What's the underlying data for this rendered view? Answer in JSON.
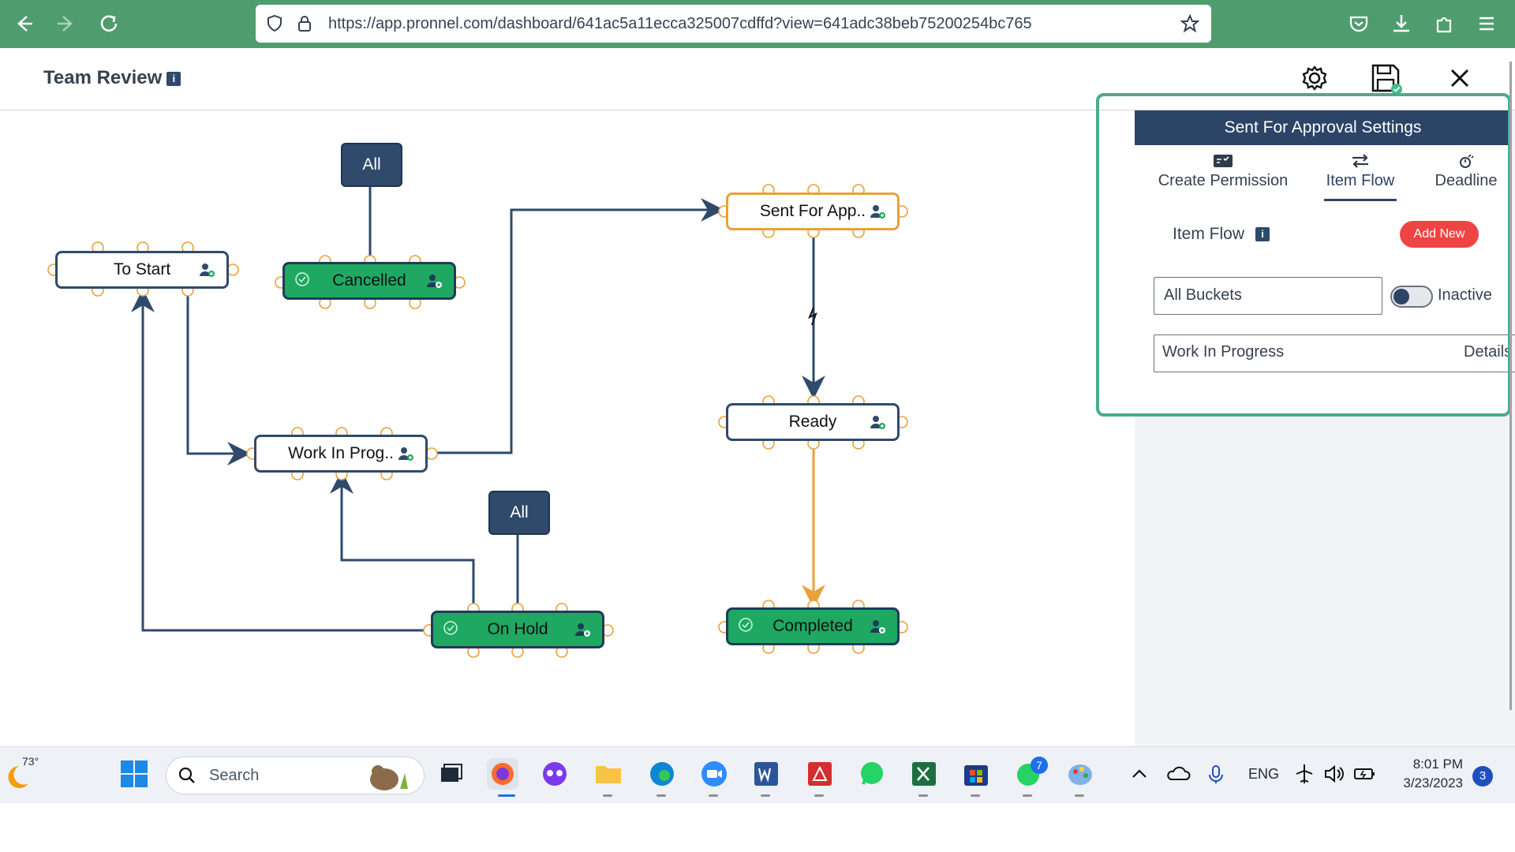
{
  "browser": {
    "url": "https://app.pronnel.com/dashboard/641ac5a11ecca325007cdffd?view=641adc38beb75200254bc765"
  },
  "header": {
    "title": "Team Review",
    "info_glyph": "i"
  },
  "workflow": {
    "nodes": {
      "to_start": "To Start",
      "cancelled": "Cancelled",
      "sent_for_approval": "Sent For App..",
      "work_in_progress": "Work In Prog..",
      "ready": "Ready",
      "on_hold": "On Hold",
      "completed": "Completed"
    },
    "tags": {
      "all_top": "All",
      "all_bottom": "All"
    }
  },
  "panel": {
    "title": "Sent For Approval Settings",
    "tabs": [
      "Create Permission",
      "Item Flow",
      "Deadline"
    ],
    "active_tab": "Item Flow",
    "item_flow_label": "Item Flow",
    "info_glyph": "i",
    "add_new": "Add New",
    "bucket_select": "All Buckets",
    "toggle_label": "Inactive",
    "toggle_on": false,
    "flow_row_name": "Work In Progress",
    "flow_row_action": "Details"
  },
  "taskbar": {
    "weather": "73°",
    "search_placeholder": "Search",
    "language": "ENG",
    "time": "8:01 PM",
    "date": "3/23/2023",
    "notification_count": "3",
    "whatsapp_badge": "7"
  },
  "colors": {
    "browser_bar": "#4f9d6e",
    "node_border": "#2f4a6b",
    "node_green": "#1fa862",
    "node_orange": "#e9a13b",
    "panel_header": "#2c4466",
    "add_new": "#ef4444",
    "panel_frame": "#4fa98b"
  }
}
